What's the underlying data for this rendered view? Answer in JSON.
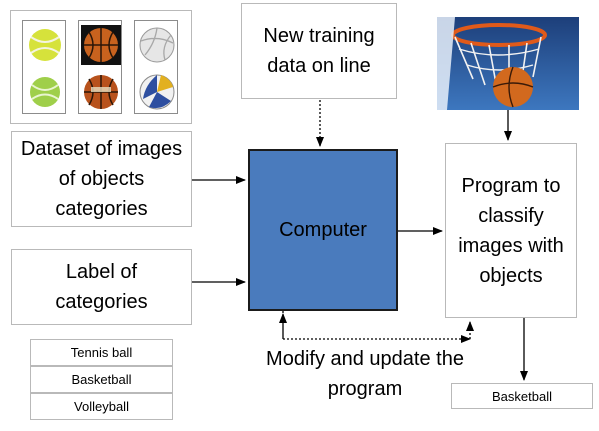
{
  "image_panel": {
    "icons": [
      "tennis-ball-icon",
      "basketball-icon",
      "volleyball-icon",
      "tennis-ball-icon",
      "basketball-icon",
      "volleyball-icon"
    ]
  },
  "new_data_box": {
    "label": "New training data on line"
  },
  "dataset_box": {
    "label": "Dataset of images of objects categories"
  },
  "labels_box": {
    "label": "Label of categories"
  },
  "computer_box": {
    "label": "Computer"
  },
  "program_box": {
    "label": "Program to classify images with objects"
  },
  "modify_note": {
    "label": "Modify and update the program"
  },
  "categories": [
    "Tennis ball",
    "Basketball",
    "Volleyball"
  ],
  "output_box": {
    "label": "Basketball"
  },
  "photo": {
    "icon": "basketball-hoop-photo"
  },
  "colors": {
    "computer_fill": "#4a7bbd",
    "box_border": "#b9b9b9",
    "arrow": "#000000"
  }
}
